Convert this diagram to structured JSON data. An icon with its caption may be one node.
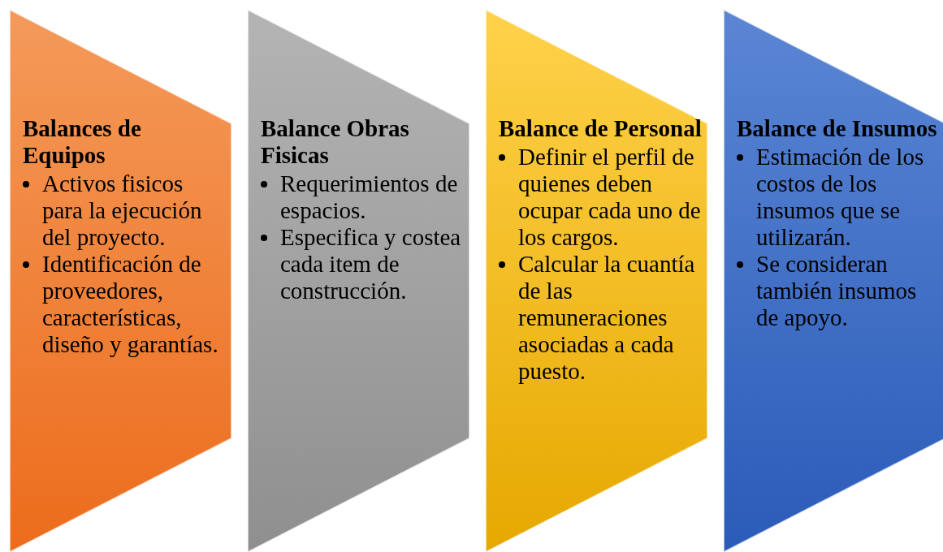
{
  "diagram": {
    "nodes": [
      {
        "text": [
          "Balances de Equipos",
          "Activos fisicos para la ejecución del proyecto.",
          "Identificación de proveedores, características, diseño y garantías."
        ]
      },
      {
        "text": [
          "Balance Obras Fisicas",
          "Requerimientos de espacios.",
          "Especifica y costea cada item de construcción."
        ]
      },
      {
        "text": [
          "Balance de Personal",
          "Definir el perfil de quienes deben ocupar cada uno de los cargos.",
          "Calcular la cuantía de las remuneraciones asociadas a cada puesto."
        ]
      },
      {
        "text": [
          "Balance de Insumos",
          "Estimación de los costos de los insumos que se utilizarán.",
          "Se consideran también insumos de apoyo."
        ]
      }
    ]
  }
}
